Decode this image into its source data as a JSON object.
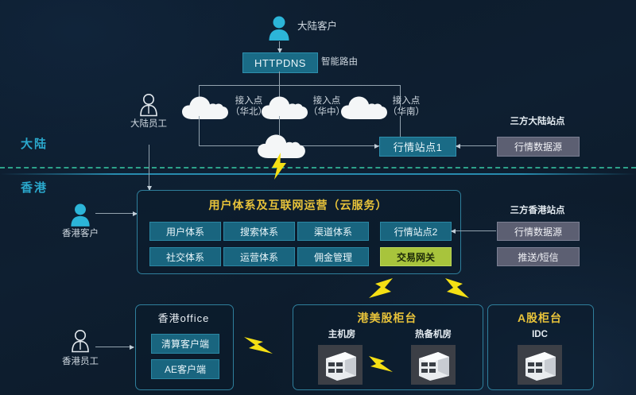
{
  "diagram": {
    "regions": [
      {
        "name": "mainland",
        "label": "大陆"
      },
      {
        "name": "hongkong",
        "label": "香港"
      }
    ],
    "actors": [
      {
        "name": "mainland-customer",
        "label": "大陆客户",
        "icon": "person-solid-icon",
        "color": "#2cb5d8"
      },
      {
        "name": "mainland-staff",
        "label": "大陆员工",
        "icon": "person-outline-icon",
        "color": "#e3e9ee"
      },
      {
        "name": "hongkong-customer",
        "label": "香港客户",
        "icon": "person-solid-icon",
        "color": "#2cb5d8"
      },
      {
        "name": "hongkong-staff",
        "label": "香港员工",
        "icon": "person-outline-icon",
        "color": "#e3e9ee"
      }
    ],
    "httpdns": {
      "label": "HTTPDNS",
      "note": "智能路由"
    },
    "access_points": [
      {
        "name": "access-point-north",
        "title": "接入点",
        "sub": "（华北）"
      },
      {
        "name": "access-point-central",
        "title": "接入点",
        "sub": "（华中）"
      },
      {
        "name": "access-point-south",
        "title": "接入点",
        "sub": "（华南）"
      }
    ],
    "aggregator_cloud": {
      "name": "aggregator-cloud-icon"
    },
    "quote_site_1": {
      "label": "行情站点1"
    },
    "third_party_mainland": {
      "title": "三方大陆站点",
      "items": [
        {
          "label": "行情数据源"
        }
      ]
    },
    "cloud_panel": {
      "title": "用户体系及互联网运营（云服务）",
      "modules_row1": [
        {
          "label": "用户体系",
          "style": "teal"
        },
        {
          "label": "搜索体系",
          "style": "teal"
        },
        {
          "label": "渠道体系",
          "style": "teal"
        }
      ],
      "modules_row2": [
        {
          "label": "社交体系",
          "style": "teal"
        },
        {
          "label": "运营体系",
          "style": "teal"
        },
        {
          "label": "佣金管理",
          "style": "teal"
        }
      ],
      "right_column": [
        {
          "label": "行情站点2",
          "style": "teal"
        },
        {
          "label": "交易网关",
          "style": "green"
        }
      ]
    },
    "third_party_hk": {
      "title": "三方香港站点",
      "items": [
        {
          "label": "行情数据源"
        },
        {
          "label": "推送/短信"
        }
      ]
    },
    "hk_office": {
      "title": "香港office",
      "items": [
        {
          "label": "清算客户端"
        },
        {
          "label": "AE客户端"
        }
      ]
    },
    "hkus_counter": {
      "title": "港美股柜台",
      "rooms": [
        {
          "label": "主机房",
          "icon": "server-icon"
        },
        {
          "label": "热备机房",
          "icon": "server-icon"
        }
      ]
    },
    "a_share_counter": {
      "title": "A股柜台",
      "rooms": [
        {
          "label": "IDC",
          "icon": "server-icon"
        }
      ]
    },
    "bolts": [
      {
        "name": "bolt-cloud-to-hk"
      },
      {
        "name": "bolt-office-to-counter"
      },
      {
        "name": "bolt-between-rooms"
      },
      {
        "name": "bolt-gateway-to-hkus"
      },
      {
        "name": "bolt-gateway-to-ashare"
      }
    ],
    "colors": {
      "background": "#0d1b2a",
      "accent_teal": "#1a6b86",
      "accent_cyan": "#2cb5d8",
      "accent_green": "#a8c43c",
      "accent_yellow": "#f5e014",
      "grey_box": "#5c5f72",
      "title_gold": "#e8c33a",
      "divider_teal": "#2fa98f"
    }
  }
}
